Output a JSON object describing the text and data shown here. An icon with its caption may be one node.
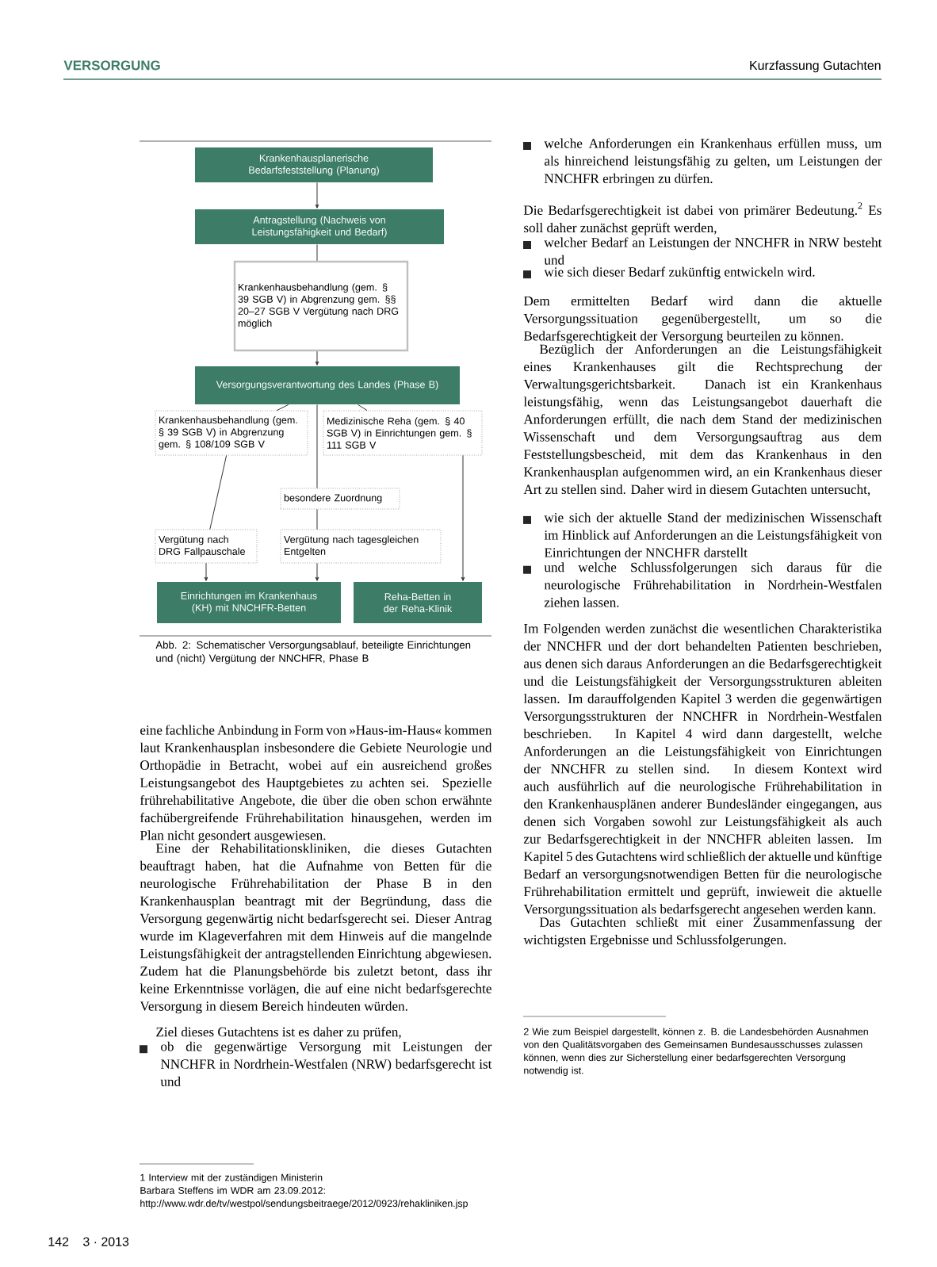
{
  "diagram": {
    "caption": "Abb. 2: Schematischer Versorgungsablauf, beteiligte Einrichtungen und (nicht) Vergütung der NNCHFR, Phase B",
    "nodes": [
      {
        "text": [
          "Krankenhausplanerische Bedarfsfeststellung (Planung)"
        ]
      },
      {
        "text": [
          "Antragstellung (Nachweis von Leistungsfähigkeit und Bedarf)"
        ]
      },
      {
        "text": [
          "Krankenhausbehandlung (gem. § 39 SGB V) in Abgrenzung gem. §§ 20–27 SGB V Vergütung nach DRG möglich"
        ]
      },
      {
        "text": [
          "Versorgungsverantwortung des Landes (Phase B)"
        ]
      },
      {
        "text": [
          "Krankenhausbehandlung (gem. § 39 SGB V) in Abgrenzung gem. § 108/109 SGB V"
        ]
      },
      {
        "text": [
          "Medizinische Reha (gem. § 40 SGB V) in Einrichtungen gem. § 111 SGB V"
        ]
      },
      {
        "text": [
          "besondere Zuordnung"
        ]
      },
      {
        "text": [
          "Vergütung nach DRG Fallpauschale"
        ]
      },
      {
        "text": [
          "Vergütung nach tagesgleichen Entgelten"
        ]
      },
      {
        "text": [
          "Einrichtungen im Krankenhaus (KH) mit NNCHFR-Betten"
        ]
      },
      {
        "text": [
          "Reha-Betten in der Reha-Klinik"
        ]
      }
    ],
    "edges": [
      {
        "from": 0,
        "to": 1,
        "arrow": "to"
      },
      {
        "from": 1,
        "to": 2,
        "arrow": "none"
      },
      {
        "from": 2,
        "to": 3,
        "arrow": "to"
      },
      {
        "from": 3,
        "to": 4,
        "arrow": "none"
      },
      {
        "from": 3,
        "to": 5,
        "arrow": "none"
      },
      {
        "from": 3,
        "to": 6,
        "arrow": "none"
      },
      {
        "from": 6,
        "to": 8,
        "arrow": "none"
      },
      {
        "from": 8,
        "to": 9,
        "arrow": "to"
      },
      {
        "from": 4,
        "to": 7,
        "arrow": "none"
      },
      {
        "from": 7,
        "to": 9,
        "arrow": "to"
      },
      {
        "from": 5,
        "to": 10,
        "arrow": "to"
      }
    ],
    "labels": [
      "VERSORGUNG",
      "Kurzfassung Gutachten",
      "eine fachliche Anbindung in Form von »Haus-im-Haus« kommen laut Krankenhausplan insbesondere die Gebiete Neurologie und Orthopädie in Betracht, wobei auf ein ausreichend großes Leistungsangebot des Hauptgebietes zu achten sei. Spezielle frührehabilitative Angebote, die über die oben schon erwähnte fachübergreifende Frührehabilitation hinausgehen, werden im Plan nicht gesondert ausgewiesen.",
      "Eine der Rehabilitationskliniken, die dieses Gutachten beauftragt haben, hat die Aufnahme von Betten für die neurologische Frührehabilitation der Phase B in den Krankenhausplan beantragt mit der Begründung, dass die Versorgung gegenwärtig nicht bedarfsgerecht sei. Dieser Antrag wurde im Klageverfahren mit dem Hinweis auf die mangelnde Leistungsfähigkeit der antragstellenden Einrichtung abgewiesen. Zudem hat die Planungsbehörde bis zuletzt betont, dass ihr keine Erkenntnisse vorlägen, die auf eine nicht bedarfsgerechte Versorgung in diesem Bereich hindeuten würden.",
      "Ziel dieses Gutachtens ist es daher zu prüfen,",
      "ob die gegenwärtige Versorgung mit Leistungen der NNCHFR in Nordrhein-Westfalen (NRW) bedarfsgerecht ist und",
      "1 Interview mit der zuständigen Ministerin Barbara Steffens im WDR am 23.09.2012: http://www.wdr.de/tv/westpol/sendungsbeitraege/2012/0923/rehakliniken.jsp",
      "welche Anforderungen ein Krankenhaus erfüllen muss, um als hinreichend leistungsfähig zu gelten, um Leistungen der NNCHFR erbringen zu dürfen.",
      "Die Bedarfsgerechtigkeit ist dabei von primärer Bedeutung.$^{2}$ Es soll daher zunächst geprüft werden,",
      "welcher Bedarf an Leistungen der NNCHFR in NRW besteht und",
      "wie sich dieser Bedarf zukünftig entwickeln wird.",
      "Dem ermittelten Bedarf wird dann die aktuelle Versorgungssituation gegenübergestellt, um so die Bedarfsgerechtigkeit der Versorgung beurteilen zu können.",
      "Bezüglich der Anforderungen an die Leistungsfähigkeit eines Krankenhauses gilt die Rechtsprechung der Verwaltungsgerichtsbarkeit. Danach ist ein Krankenhaus leistungsfähig, wenn das Leistungsangebot dauerhaft die Anforderungen erfüllt, die nach dem Stand der medizinischen Wissenschaft und dem Versorgungsauftrag aus dem Feststellungsbescheid, mit dem das Krankenhaus in den Krankenhausplan aufgenommen wird, an ein Krankenhaus dieser Art zu stellen sind. Daher wird in diesem Gutachten untersucht,",
      "wie sich der aktuelle Stand der medizinischen Wissenschaft im Hinblick auf Anforderungen an die Leistungsfähigkeit von Einrichtungen der NNCHFR darstellt",
      "und welche Schlussfolgerungen sich daraus für die neurologische Frührehabilitation in Nordrhein-Westfalen ziehen lassen.",
      "Im Folgenden werden zunächst die wesentlichen Charakteristika der NNCHFR und der dort behandelten Patienten beschrieben, aus denen sich daraus Anforderungen an die Bedarfsgerechtigkeit und die Leistungsfähigkeit der Versorgungsstrukturen ableiten lassen. Im darauffolgenden Kapitel 3 werden die gegenwärtigen Versorgungsstrukturen der NNCHFR in Nordrhein-Westfalen beschrieben. In Kapitel 4 wird dann dargestellt, welche Anforderungen an die Leistungsfähigkeit von Einrichtungen der NNCHFR zu stellen sind. In diesem Kontext wird auch ausführlich auf die neurologische Frührehabilitation in den Krankenhausplänen anderer Bundesländer eingegangen, aus denen sich Vorgaben sowohl zur Leistungsfähigkeit als auch zur Bedarfsgerechtigkeit in der NNCHFR ableiten lassen. Im Kapitel 5 des Gutachtens wird schließlich der aktuelle und künftige Bedarf an versorgungsnotwendigen Betten für die neurologische Frührehabilitation ermittelt und geprüft, inwieweit die aktuelle Versorgungssituation als bedarfsgerecht angesehen werden kann.",
      "Das Gutachten schließt mit einer Zusammenfassung der wichtigsten Ergebnisse und Schlussfolgerungen.",
      "2 Wie zum Beispiel dargestellt, können z. B. die Landesbehörden Ausnahmen von den Qualitätsvorgaben des Gemeinsamen Bundesausschusses zulassen können, wenn dies zur Sicherstellung einer bedarfsgerechten Versorgung notwendig ist.",
      "142",
      "3 · 2013"
    ]
  }
}
